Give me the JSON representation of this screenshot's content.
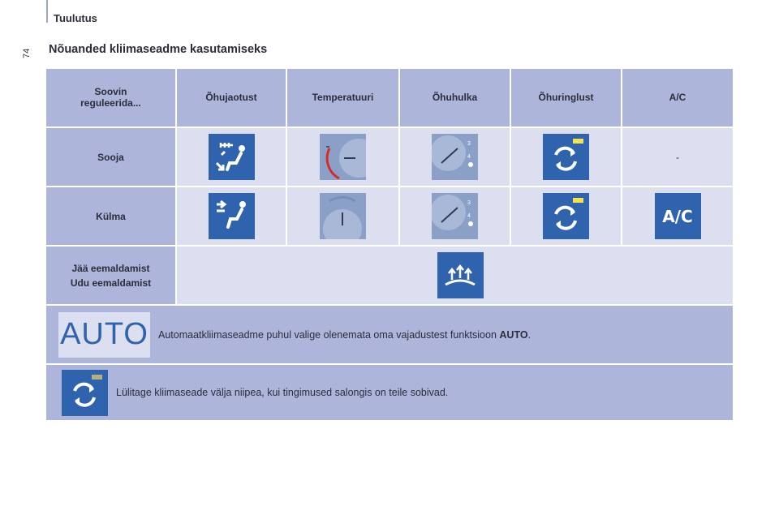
{
  "header": {
    "section": "Tuulutus",
    "page_number": "74",
    "title": "Nõuanded kliimaseadme kasutamiseks"
  },
  "table": {
    "columns": [
      "Soovin reguleerida...",
      "Õhujaotust",
      "Temperatuuri",
      "Õhuhulka",
      "Õhuringlust",
      "A/C"
    ],
    "rows": [
      {
        "label": "Sooja",
        "cells": [
          {
            "icon": "air-distribution-windscreen-feet-icon"
          },
          {
            "icon": "temperature-knob-hot-icon"
          },
          {
            "icon": "fan-speed-knob-icon"
          },
          {
            "icon": "air-recirculation-icon"
          },
          {
            "text": "-"
          }
        ]
      },
      {
        "label": "Külma",
        "cells": [
          {
            "icon": "air-distribution-face-icon"
          },
          {
            "icon": "temperature-knob-cold-icon"
          },
          {
            "icon": "fan-speed-knob-icon"
          },
          {
            "icon": "air-recirculation-icon"
          },
          {
            "icon": "ac-icon",
            "text": "A/C"
          }
        ]
      },
      {
        "label_line1": "Jää eemaldamist",
        "label_line2": "Udu eemaldamist",
        "icon": "windscreen-demist-icon"
      }
    ]
  },
  "notes": {
    "auto_label": "AUTO",
    "auto_text": "Automaatkliimaseadme puhul valige olenemata oma vajadustest funktsioon ",
    "auto_bold": "AUTO",
    "auto_end": ".",
    "recirc_text": "Lülitage kliimaseade välja niipea, kui tingimused salongis on teile sobivad."
  },
  "colors": {
    "header_bg": "#adb6da",
    "body_bg": "#dcdff0",
    "icon_blue": "#2f63ad",
    "led_yellow": "#f5e24a"
  }
}
